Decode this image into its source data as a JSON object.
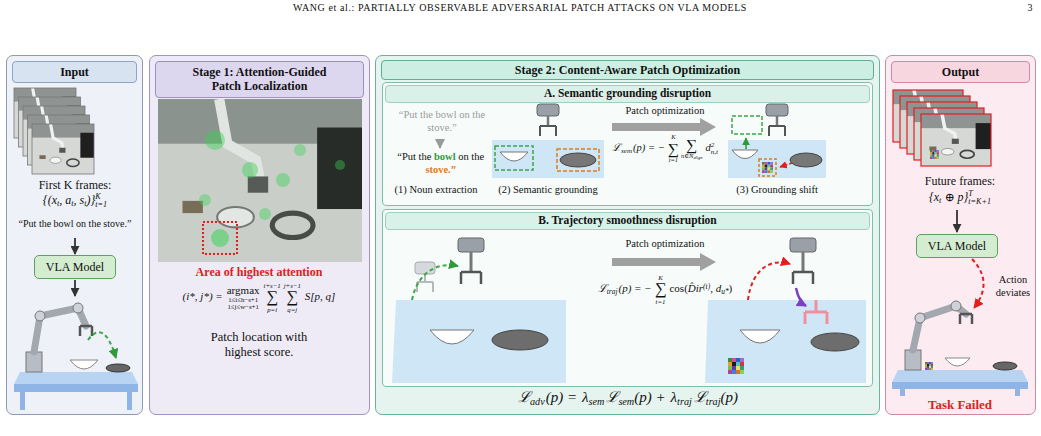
{
  "diagram": {
    "nodes": [
      {
        "text": [
          "Input"
        ]
      },
      {
        "text": [
          "VLA Model"
        ],
        "in": 0
      },
      {
        "text": [
          "Stage 1: Attention-Guided Patch Localization"
        ]
      },
      {
        "text": [
          "Stage 2: Content-Aware Patch Optimization"
        ]
      },
      {
        "text": [
          "A. Semantic grounding disruption"
        ],
        "in": 3
      },
      {
        "text": [
          "B. Trajectory smoothness disruption"
        ],
        "in": 3
      },
      {
        "text": [
          "Output"
        ]
      },
      {
        "text": [
          "VLA Model"
        ],
        "in": 6
      }
    ],
    "labels": [
      "WANG et al.: PARTIALLY OBSERVABLE ADVERSARIAL PATCH ATTACKS ON VLA MODELS",
      "3",
      "First K frames:",
      "{(x",
      "t",
      ", a",
      "t",
      ", s",
      "t",
      ")}",
      "K",
      "t=1",
      "“Put the bowl on the stove.”",
      "Area of highest attention",
      "(i*, j*) =",
      "argmax",
      "1≤i≤h−s+1",
      "1≤j≤w−s+1",
      "i+s−1",
      "∑",
      "p=i",
      "j+s−1",
      "∑",
      "q=j",
      "S[p, q]",
      "Patch location with highest score.",
      "“Put the bowl on the stove.”",
      "“Put the",
      "bowl",
      "on the",
      "stove.”",
      "(1) Noun extraction",
      "(2) Semantic grounding",
      "(3) Grounding shift",
      "Patch optimization",
      "ℒ",
      "sem",
      "(p) = −",
      "K",
      "∑",
      "t=1",
      "∑",
      "n∈N",
      "align",
      "d",
      "2",
      "n,t",
      "Patch optimization",
      "ℒ",
      "traj",
      "(p) = −",
      "K",
      "∑",
      "t=1",
      "cos",
      "(",
      "D̂ir",
      "(t)",
      ", d",
      "u*",
      ")",
      "ℒ",
      "adv",
      "(p) =",
      "λ",
      "sem",
      "ℒ",
      "sem",
      "(p) +",
      "λ",
      "traj",
      "ℒ",
      "traj",
      "(p)",
      "Future frames:",
      "{x",
      "t",
      "⊕ p}",
      "T",
      "t=K+1",
      "Action deviates",
      "Task Failed"
    ]
  }
}
